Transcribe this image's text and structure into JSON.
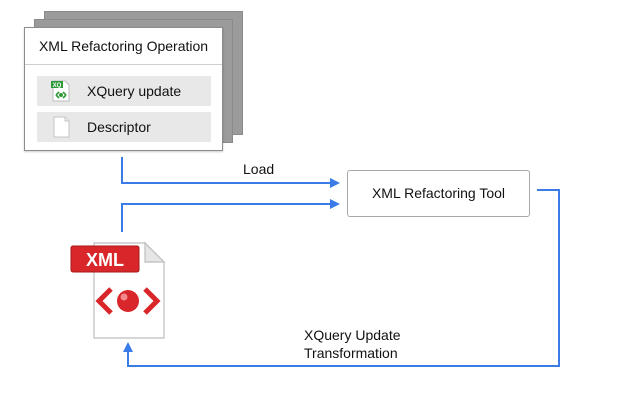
{
  "operation": {
    "title": "XML Refactoring Operation",
    "items": [
      {
        "label": "XQuery update",
        "icon": "xquery-file-icon",
        "icon_badge": "XQ"
      },
      {
        "label": "Descriptor",
        "icon": "blank-document-icon"
      }
    ]
  },
  "tool": {
    "label": "XML Refactoring Tool"
  },
  "edges": {
    "load_label": "Load",
    "transformation_label_line1": "XQuery Update",
    "transformation_label_line2": "Transformation"
  },
  "xml_file": {
    "badge": "XML",
    "icon": "xml-file-icon"
  },
  "colors": {
    "arrow": "#3b7be8",
    "xml_red": "#d9262a",
    "card_border": "#8c8c8c",
    "shadow": "#9b9b9b"
  }
}
